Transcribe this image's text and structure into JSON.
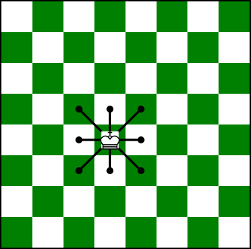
{
  "board": {
    "files": 8,
    "ranks": 8,
    "colors": {
      "light": "#ffffff",
      "dark": "#008000",
      "grid": "#000000",
      "marker": "#000000",
      "piece_fill": "#ffffff",
      "piece_stroke": "#000000"
    },
    "piece": {
      "name": "white-king",
      "glyph": "♔",
      "col": 3,
      "row": 4
    },
    "moves": [
      {
        "col": 2,
        "row": 3
      },
      {
        "col": 3,
        "row": 3
      },
      {
        "col": 4,
        "row": 3
      },
      {
        "col": 2,
        "row": 4
      },
      {
        "col": 4,
        "row": 4
      },
      {
        "col": 2,
        "row": 5
      },
      {
        "col": 3,
        "row": 5
      },
      {
        "col": 4,
        "row": 5
      }
    ]
  }
}
